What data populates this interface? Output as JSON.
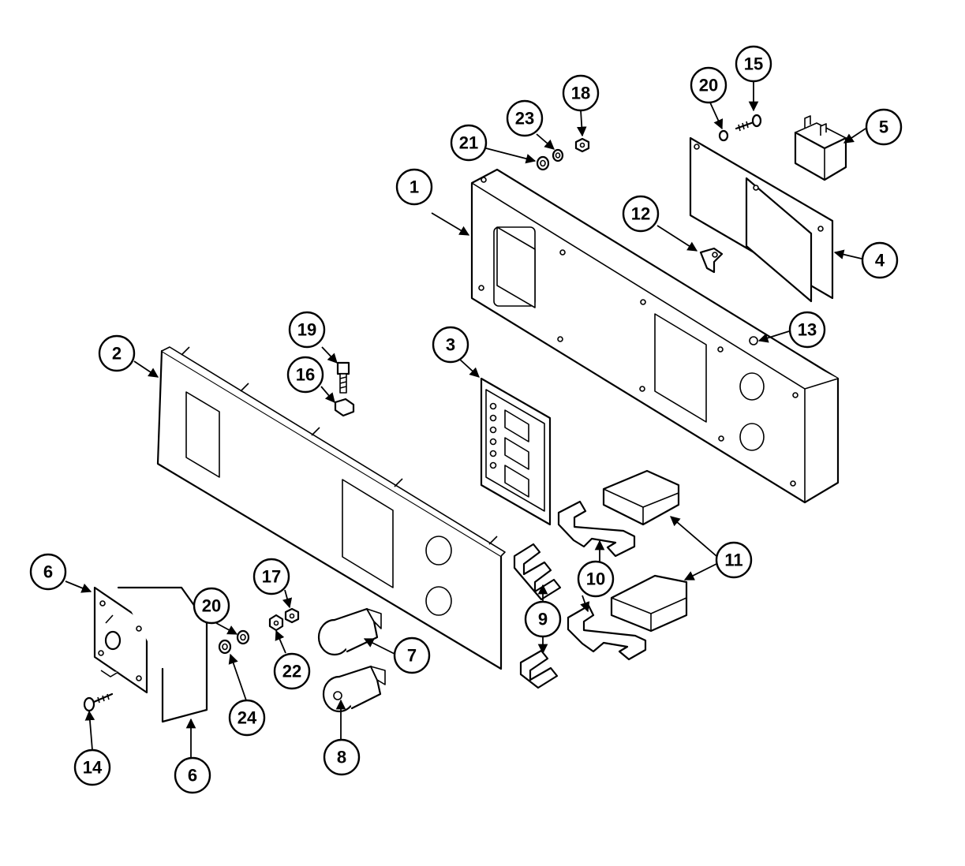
{
  "callouts": {
    "c1": "1",
    "c2": "2",
    "c3": "3",
    "c4": "4",
    "c5": "5",
    "c6a": "6",
    "c6b": "6",
    "c7": "7",
    "c8": "8",
    "c9": "9",
    "c10": "10",
    "c11": "11",
    "c12": "12",
    "c13": "13",
    "c14": "14",
    "c15": "15",
    "c16": "16",
    "c17": "17",
    "c18": "18",
    "c19": "19",
    "c20a": "20",
    "c20b": "20",
    "c21": "21",
    "c22": "22",
    "c23": "23",
    "c24": "24"
  }
}
